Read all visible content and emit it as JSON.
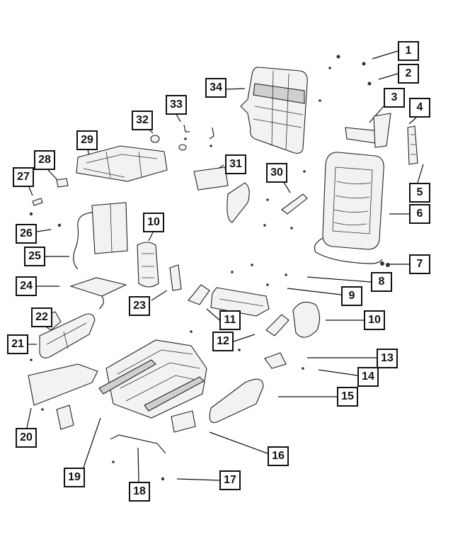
{
  "diagram": {
    "type": "exploded-parts-diagram",
    "callouts": [
      {
        "id": "c1",
        "label": "1"
      },
      {
        "id": "c2",
        "label": "2"
      },
      {
        "id": "c3",
        "label": "3"
      },
      {
        "id": "c4",
        "label": "4"
      },
      {
        "id": "c5",
        "label": "5"
      },
      {
        "id": "c6",
        "label": "6"
      },
      {
        "id": "c7",
        "label": "7"
      },
      {
        "id": "c8",
        "label": "8"
      },
      {
        "id": "c9",
        "label": "9"
      },
      {
        "id": "c10a",
        "label": "10"
      },
      {
        "id": "c10b",
        "label": "10"
      },
      {
        "id": "c11",
        "label": "11"
      },
      {
        "id": "c12",
        "label": "12"
      },
      {
        "id": "c13",
        "label": "13"
      },
      {
        "id": "c14",
        "label": "14"
      },
      {
        "id": "c15",
        "label": "15"
      },
      {
        "id": "c16",
        "label": "16"
      },
      {
        "id": "c17",
        "label": "17"
      },
      {
        "id": "c18",
        "label": "18"
      },
      {
        "id": "c19",
        "label": "19"
      },
      {
        "id": "c20",
        "label": "20"
      },
      {
        "id": "c21",
        "label": "21"
      },
      {
        "id": "c22",
        "label": "22"
      },
      {
        "id": "c23",
        "label": "23"
      },
      {
        "id": "c24",
        "label": "24"
      },
      {
        "id": "c25",
        "label": "25"
      },
      {
        "id": "c26",
        "label": "26"
      },
      {
        "id": "c27",
        "label": "27"
      },
      {
        "id": "c28",
        "label": "28"
      },
      {
        "id": "c29",
        "label": "29"
      },
      {
        "id": "c30",
        "label": "30"
      },
      {
        "id": "c31",
        "label": "31"
      },
      {
        "id": "c32",
        "label": "32"
      },
      {
        "id": "c33",
        "label": "33"
      },
      {
        "id": "c34",
        "label": "34"
      }
    ]
  }
}
